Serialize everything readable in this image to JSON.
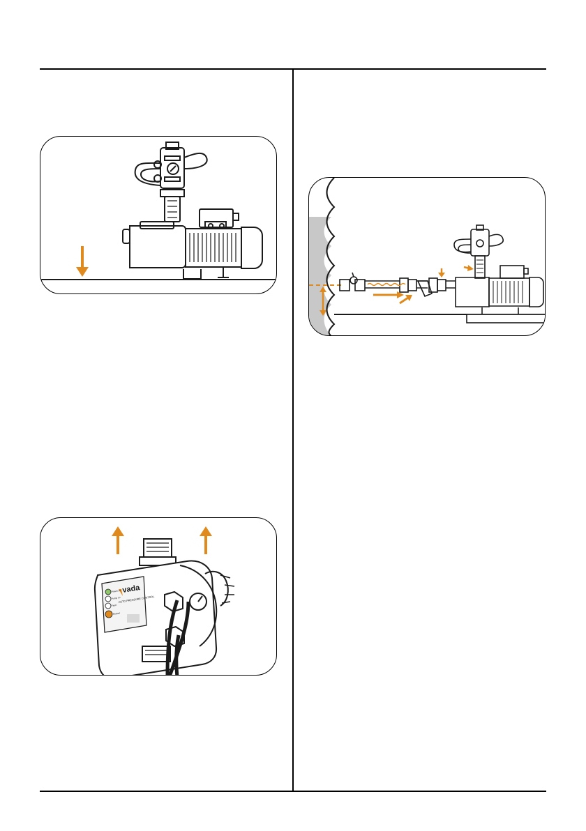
{
  "colors": {
    "accent": "#e08a1e",
    "ink": "#1a1a1a",
    "water": "#c8c8c8",
    "led_green": "#8fc66a"
  },
  "controller": {
    "brand": "vada",
    "product_line": "AUTO PRESSURE CONTROL",
    "leds": [
      "Power on",
      "Pump on",
      "Fault",
      "Restart"
    ]
  },
  "icons": [
    "arrow-down-icon",
    "arrow-up-icon",
    "arrow-right-icon",
    "water-level-dashed-line"
  ]
}
